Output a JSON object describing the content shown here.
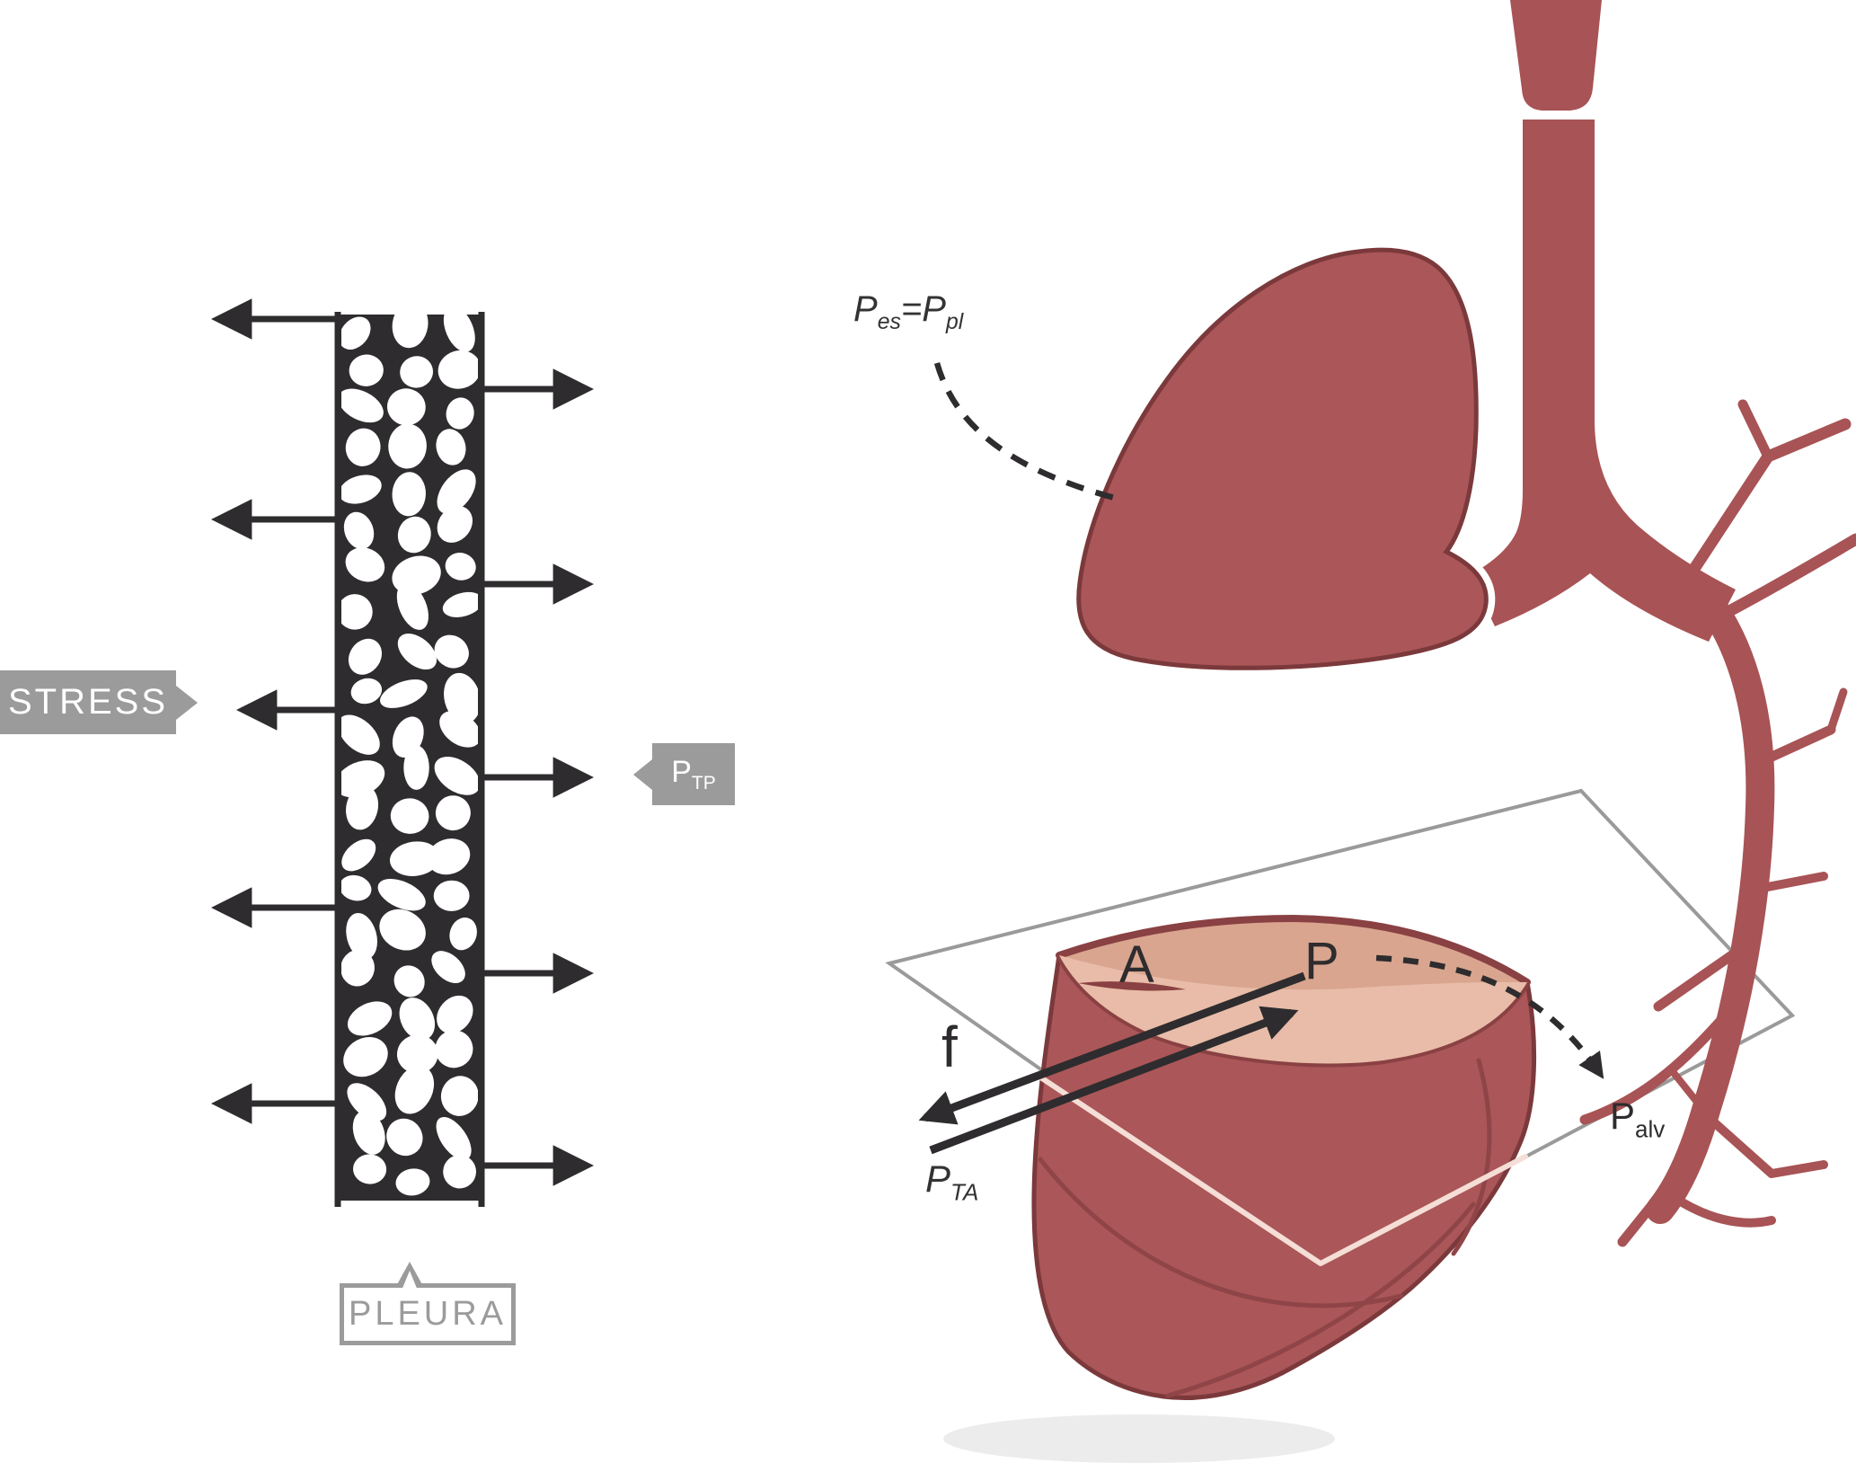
{
  "left_panel": {
    "stress_label": "STRESS",
    "ptp_label": {
      "base": "P",
      "sub": "TP"
    },
    "pleura_label": "PLEURA",
    "left_arrow_count": 5,
    "right_arrow_count": 5
  },
  "right_panel": {
    "pes_ppl": {
      "p1": "P",
      "sub1": "es",
      "eq": "=",
      "p2": "P",
      "sub2": "pl"
    },
    "a_label": "A",
    "p_label": "P",
    "f_label": "f",
    "pta": {
      "base": "P",
      "sub": "TA"
    },
    "palv": {
      "base": "P",
      "sub": "alv"
    }
  },
  "icons": {
    "pleura_wall": "trabecular-tissue-column",
    "lung": "lung-illustration",
    "airway": "trachea-bronchial-tree",
    "tissue_block": "cut-lung-block",
    "plane": "section-plane"
  },
  "colors": {
    "ink": "#2e2c2e",
    "gray_label": "#9b9b9b",
    "plane_gray": "#9a9a9a",
    "lung": "#ab5658",
    "lung_outline": "#7b393b",
    "tree": "#a85355",
    "cut_face": "#d9a58f",
    "cut_face_light": "#e8bca8",
    "cut_rim": "#8a4143",
    "crease": "#8f4547",
    "stripe": "#f4ded6",
    "shadow": "#ececec",
    "text_dark": "#333333"
  }
}
